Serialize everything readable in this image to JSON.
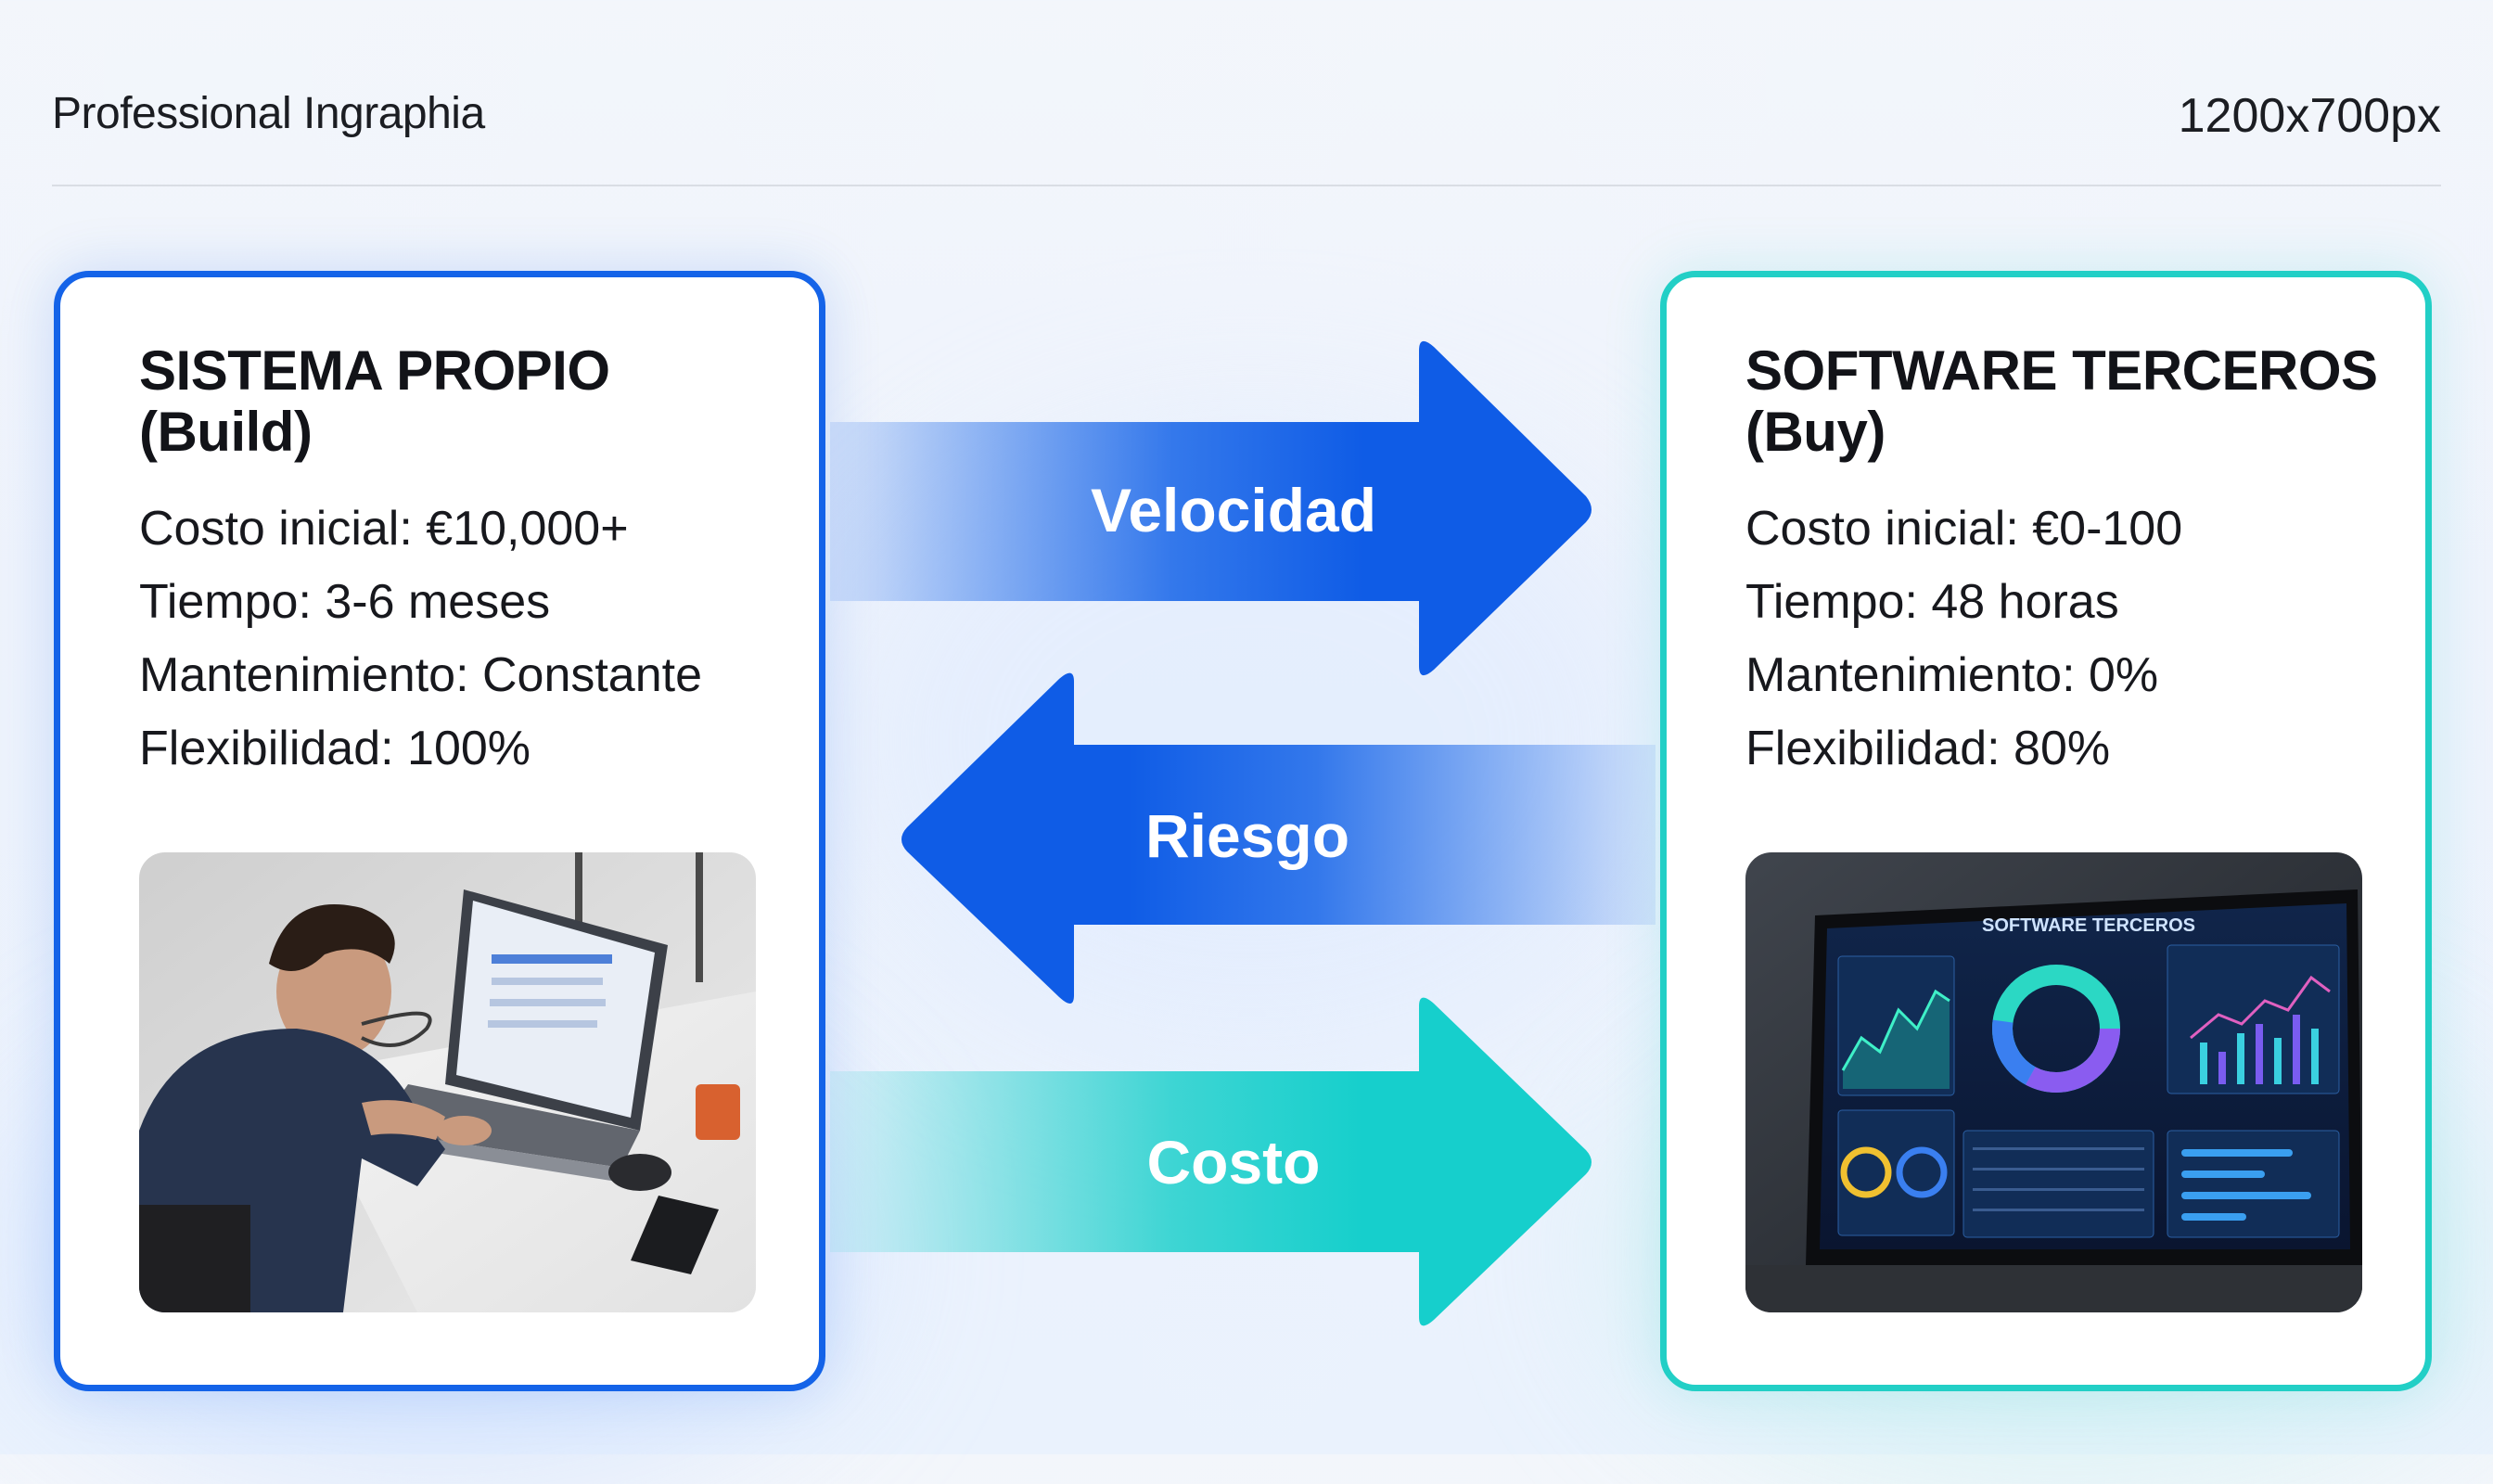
{
  "header": {
    "left_text": "Professional Ingraphia",
    "right_text": "1200x700px"
  },
  "build_card": {
    "title_line1": "SISTEMA PROPIO",
    "title_line2": "(Build)",
    "facts": [
      "Costo inicial: €10,000+",
      "Tiempo: 3-6 meses",
      "Mantenimiento: Constante",
      "Flexibilidad: 100%"
    ],
    "photo_icon": "developer-at-laptop-photo",
    "border_color": "#1463e8"
  },
  "buy_card": {
    "title_line1": "SOFTWARE TERCEROS",
    "title_line2": "(Buy)",
    "facts": [
      "Costo inicial: €0-100",
      "Tiempo: 48 horas",
      "Mantenimiento: 0%",
      "Flexibilidad: 80%"
    ],
    "photo_icon": "dashboard-laptop-photo",
    "photo_screen_title": "SOFTWARE TERCEROS",
    "border_color": "#22cfc6"
  },
  "arrows": [
    {
      "label": "Velocidad",
      "direction": "right",
      "color": "#1463e8"
    },
    {
      "label": "Riesgo",
      "direction": "left",
      "color": "#1463e8"
    },
    {
      "label": "Costo",
      "direction": "right",
      "color": "#1fd0cc"
    }
  ]
}
